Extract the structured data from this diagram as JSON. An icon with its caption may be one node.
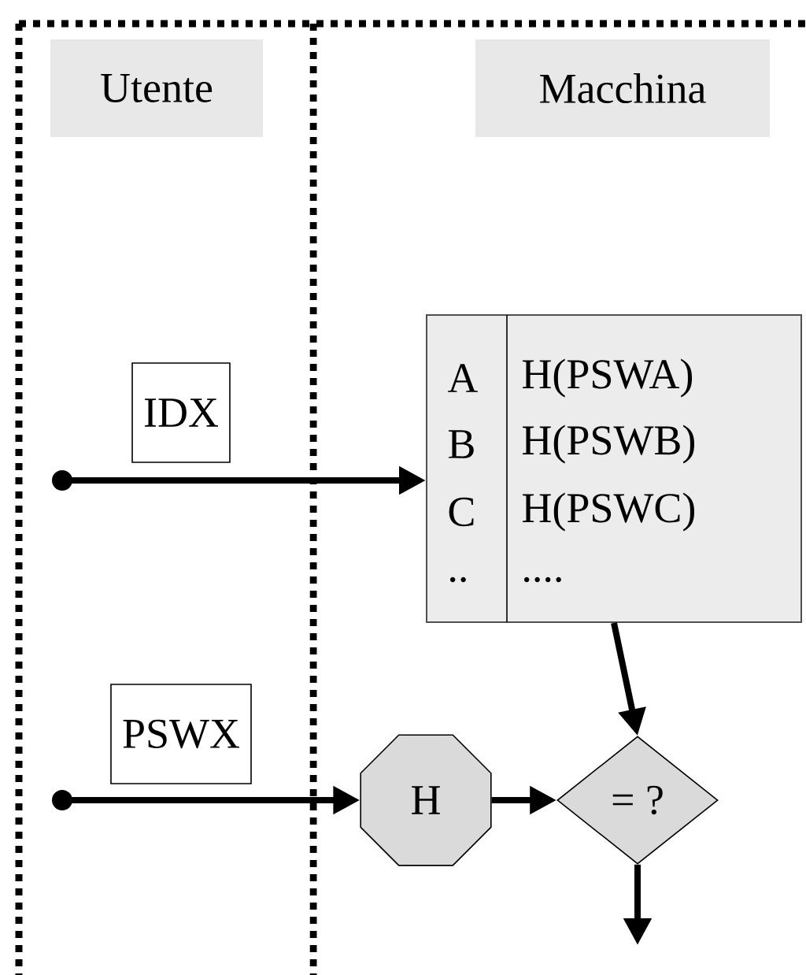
{
  "diagram": {
    "nodes": [
      {
        "text": [
          "Utente"
        ]
      },
      {
        "text": [
          "Macchina"
        ]
      },
      {
        "text": [
          "A",
          "H(PSWA)",
          "B",
          "H(PSWB)",
          "C",
          "H(PSWC)",
          "..",
          "...."
        ]
      },
      {
        "text": [
          "H"
        ]
      },
      {
        "text": [
          "= ?"
        ]
      }
    ],
    "edges": [
      {
        "from": null,
        "to": 2,
        "arrow": "to",
        "label": "IDX"
      },
      {
        "from": null,
        "to": 3,
        "arrow": "to",
        "label": "PSWX"
      },
      {
        "from": 2,
        "to": 4,
        "arrow": "to"
      },
      {
        "from": 3,
        "to": 4,
        "arrow": "to"
      },
      {
        "from": 4,
        "to": null,
        "arrow": "to"
      }
    ]
  }
}
